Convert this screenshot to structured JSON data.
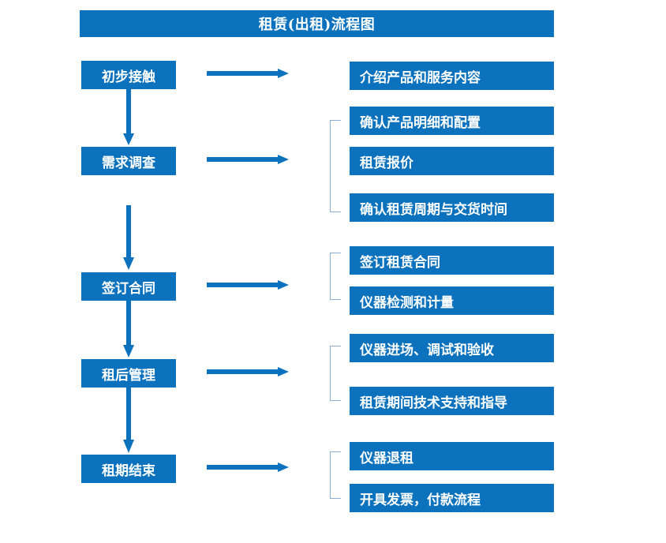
{
  "title": {
    "text": "租赁(出租)流程图"
  },
  "colors": {
    "box_blue": "#0c72bd",
    "arrow_blue": "#0c72bd",
    "bracket_blue": "#8fadd0",
    "box_text": "#ffffff",
    "background": "#ffffff"
  },
  "stages": [
    {
      "label": "初步接触"
    },
    {
      "label": "需求调查"
    },
    {
      "label": "签订合同"
    },
    {
      "label": "租后管理"
    },
    {
      "label": "租期结束"
    }
  ],
  "details": [
    {
      "label": "介绍产品和服务内容"
    },
    {
      "label": "确认产品明细和配置"
    },
    {
      "label": "租赁报价"
    },
    {
      "label": "确认租赁周期与交货时间"
    },
    {
      "label": "签订租赁合同"
    },
    {
      "label": "仪器检测和计量"
    },
    {
      "label": "仪器进场、调试和验收"
    },
    {
      "label": "租赁期间技术支持和指导"
    },
    {
      "label": "仪器退租"
    },
    {
      "label": "开具发票，付款流程"
    }
  ],
  "chart_data": {
    "type": "diagram",
    "title": "租赁(出租)流程图",
    "diagram_kind": "flowchart",
    "nodes": [
      {
        "id": "s1",
        "label": "初步接触",
        "column": "stage",
        "order": 1
      },
      {
        "id": "s2",
        "label": "需求调查",
        "column": "stage",
        "order": 2
      },
      {
        "id": "s3",
        "label": "签订合同",
        "column": "stage",
        "order": 3
      },
      {
        "id": "s4",
        "label": "租后管理",
        "column": "stage",
        "order": 4
      },
      {
        "id": "s5",
        "label": "租期结束",
        "column": "stage",
        "order": 5
      },
      {
        "id": "d1",
        "label": "介绍产品和服务内容",
        "column": "detail",
        "parent": "s1"
      },
      {
        "id": "d2",
        "label": "确认产品明细和配置",
        "column": "detail",
        "parent": "s2"
      },
      {
        "id": "d3",
        "label": "租赁报价",
        "column": "detail",
        "parent": "s2"
      },
      {
        "id": "d4",
        "label": "确认租赁周期与交货时间",
        "column": "detail",
        "parent": "s2"
      },
      {
        "id": "d5",
        "label": "签订租赁合同",
        "column": "detail",
        "parent": "s3"
      },
      {
        "id": "d6",
        "label": "仪器检测和计量",
        "column": "detail",
        "parent": "s3"
      },
      {
        "id": "d7",
        "label": "仪器进场、调试和验收",
        "column": "detail",
        "parent": "s4"
      },
      {
        "id": "d8",
        "label": "租赁期间技术支持和指导",
        "column": "detail",
        "parent": "s4"
      },
      {
        "id": "d9",
        "label": "仪器退租",
        "column": "detail",
        "parent": "s5"
      },
      {
        "id": "d10",
        "label": "开具发票，付款流程",
        "column": "detail",
        "parent": "s5"
      }
    ],
    "edges": [
      {
        "from": "s1",
        "to": "s2",
        "kind": "vertical-arrow"
      },
      {
        "from": "s2",
        "to": "s3",
        "kind": "vertical-arrow"
      },
      {
        "from": "s3",
        "to": "s4",
        "kind": "vertical-arrow"
      },
      {
        "from": "s4",
        "to": "s5",
        "kind": "vertical-arrow"
      },
      {
        "from": "s1",
        "to": "d1",
        "kind": "horizontal-arrow"
      },
      {
        "from": "s2",
        "to": "d2",
        "kind": "horizontal-arrow"
      },
      {
        "from": "s3",
        "to": "d5",
        "kind": "horizontal-arrow"
      },
      {
        "from": "s4",
        "to": "d7",
        "kind": "horizontal-arrow"
      },
      {
        "from": "s5",
        "to": "d9",
        "kind": "horizontal-arrow"
      }
    ],
    "groups": [
      {
        "bracket": 1,
        "members": [
          "d2",
          "d3",
          "d4"
        ]
      },
      {
        "bracket": 2,
        "members": [
          "d5",
          "d6"
        ]
      },
      {
        "bracket": 3,
        "members": [
          "d7",
          "d8"
        ]
      },
      {
        "bracket": 4,
        "members": [
          "d9",
          "d10"
        ]
      }
    ]
  }
}
